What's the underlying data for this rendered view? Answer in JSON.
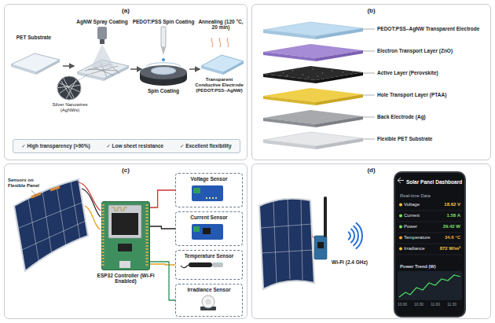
{
  "diagram": {
    "nodes": [
      {
        "text": [
          "(a)"
        ]
      },
      {
        "text": [
          "✓ High transparency (>90%)",
          "✓ Low sheet resistance",
          "✓ Excellent flexibility"
        ],
        "in": 0
      },
      {
        "text": [
          "(b)"
        ]
      },
      {
        "text": [
          "(c)"
        ]
      },
      {
        "text": [
          "ESP32 Controller (Wi-Fi Enabled)"
        ],
        "in": 3
      },
      {
        "text": [
          "Voltage Sensor"
        ],
        "in": 3
      },
      {
        "text": [
          "Current Sensor"
        ],
        "in": 3
      },
      {
        "text": [
          "Temperature Sensor"
        ],
        "in": 3
      },
      {
        "text": [
          "Irradiance Sensor"
        ],
        "in": 3
      },
      {
        "text": [
          "(d)"
        ]
      },
      {
        "text": [
          "Solar Panel Dashboard",
          "Real-time Data",
          "Power Trend (W)"
        ],
        "in": 9
      }
    ],
    "edges": [
      {
        "from": 4,
        "to": 5,
        "arrow": "none"
      },
      {
        "from": 4,
        "to": 6,
        "arrow": "none"
      },
      {
        "from": 4,
        "to": 7,
        "arrow": "none"
      },
      {
        "from": 4,
        "to": 8,
        "arrow": "none"
      }
    ],
    "labels": [
      "PET Substrate",
      "AgNW Spray Coating",
      "PEDOT:PSS Spin Coating",
      "Annealing (120 °C, 20 min)",
      "Silver Nanowires (AgNWs)",
      "Spin Coating",
      "Transparent Conductive Electrode (PEDOT:PSS–AgNW)",
      "PEDOT:PSS–AgNW Transparent Electrode",
      "Electron Transport Layer (ZnO)",
      "Active Layer (Perovskite)",
      "Hole Transport Layer (PTAA)",
      "Back Electrode (Ag)",
      "Flexible PET Substrate",
      "Sensors on Flexible Panel",
      "Wi-Fi (2.4 GHz)",
      "Voltage",
      "18.62 V",
      "Current",
      "1.58 A",
      "Power",
      "29.42 W",
      "Temperature",
      "34.6 °C",
      "Irradiance",
      "872 W/m²",
      "10:00",
      "10:30",
      "11:00",
      "11:30"
    ]
  }
}
